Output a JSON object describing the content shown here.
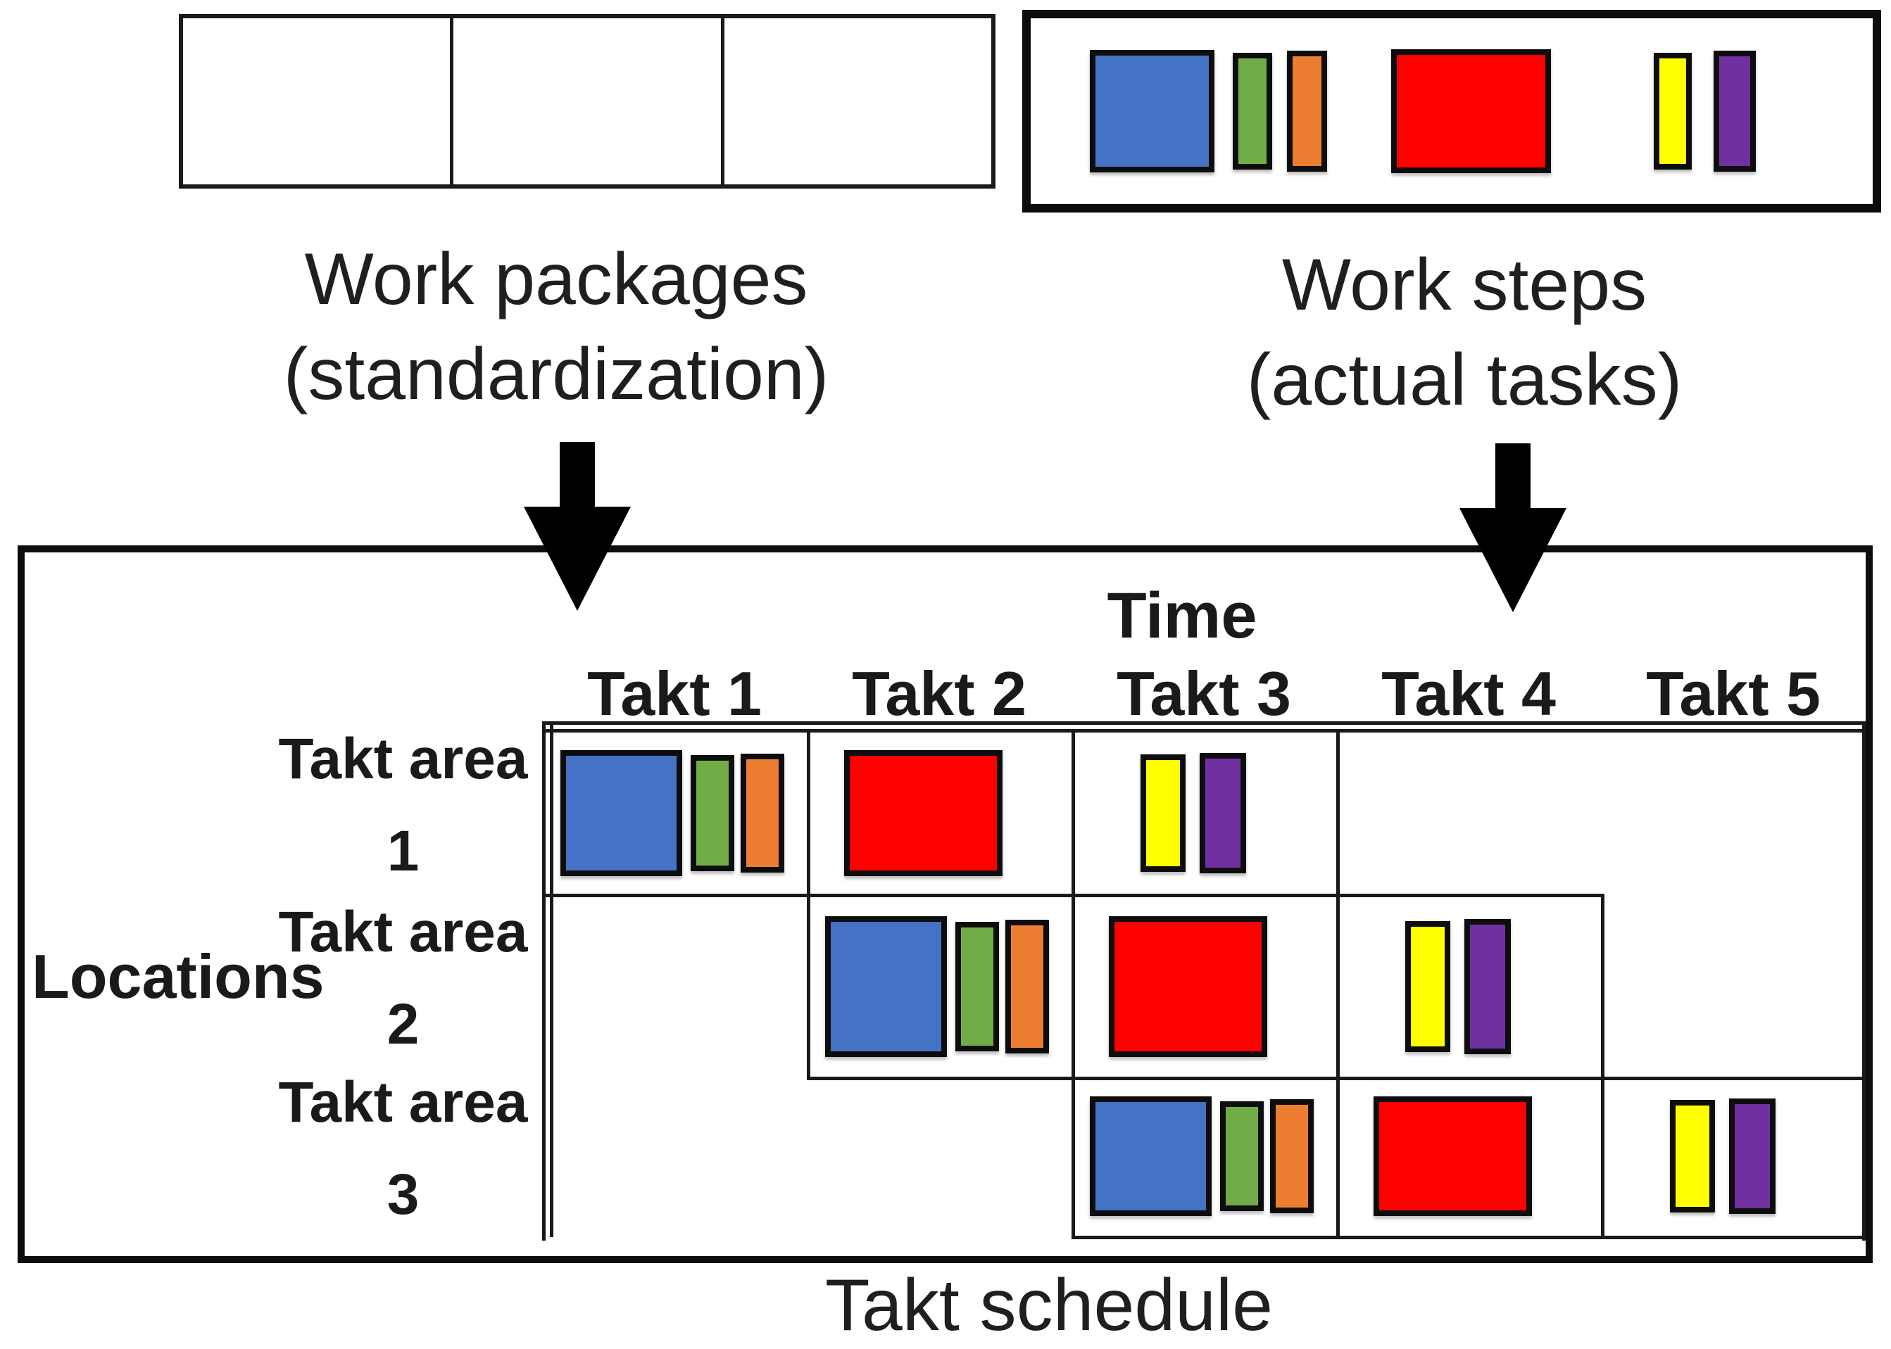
{
  "colors": {
    "blue": "#4472C4",
    "green": "#70AD47",
    "orange": "#ED7D31",
    "red": "#FF0000",
    "yellow": "#FFFF00",
    "purple": "#7030A0",
    "line": "#1a1a1a"
  },
  "icons": {
    "left_arrow": "down-arrow",
    "right_arrow": "down-arrow"
  },
  "work_packages": {
    "caption_line1": "Work packages",
    "caption_line2": "(standardization)",
    "cell_count": 3
  },
  "work_steps": {
    "caption_line1": "Work steps",
    "caption_line2": "(actual tasks)",
    "steps": [
      {
        "id": "blue",
        "name": "blue-work-step",
        "color": "#4472C4",
        "size": "wide"
      },
      {
        "id": "green",
        "name": "green-work-step",
        "color": "#70AD47",
        "size": "narrow"
      },
      {
        "id": "orange",
        "name": "orange-work-step",
        "color": "#ED7D31",
        "size": "narrow"
      },
      {
        "id": "red",
        "name": "red-work-step",
        "color": "#FF0000",
        "size": "wide"
      },
      {
        "id": "yellow",
        "name": "yellow-work-step",
        "color": "#FFFF00",
        "size": "narrow"
      },
      {
        "id": "purple",
        "name": "purple-work-step",
        "color": "#7030A0",
        "size": "narrow"
      }
    ]
  },
  "schedule": {
    "caption": "Takt schedule",
    "time_label": "Time",
    "locations_label": "Locations",
    "columns": [
      "Takt 1",
      "Takt 2",
      "Takt 3",
      "Takt 4",
      "Takt 5"
    ],
    "rows": [
      {
        "label_line1": "Takt area",
        "label_line2": "1",
        "placements": [
          {
            "column": "Takt 1",
            "steps": [
              "blue",
              "green",
              "orange"
            ]
          },
          {
            "column": "Takt 2",
            "steps": [
              "red"
            ]
          },
          {
            "column": "Takt 3",
            "steps": [
              "yellow",
              "purple"
            ]
          }
        ]
      },
      {
        "label_line1": "Takt area",
        "label_line2": "2",
        "placements": [
          {
            "column": "Takt 2",
            "steps": [
              "blue",
              "green",
              "orange"
            ]
          },
          {
            "column": "Takt 3",
            "steps": [
              "red"
            ]
          },
          {
            "column": "Takt 4",
            "steps": [
              "yellow",
              "purple"
            ]
          }
        ]
      },
      {
        "label_line1": "Takt area",
        "label_line2": "3",
        "placements": [
          {
            "column": "Takt 3",
            "steps": [
              "blue",
              "green",
              "orange"
            ]
          },
          {
            "column": "Takt 4",
            "steps": [
              "red"
            ]
          },
          {
            "column": "Takt 5",
            "steps": [
              "yellow",
              "purple"
            ]
          }
        ]
      }
    ]
  }
}
